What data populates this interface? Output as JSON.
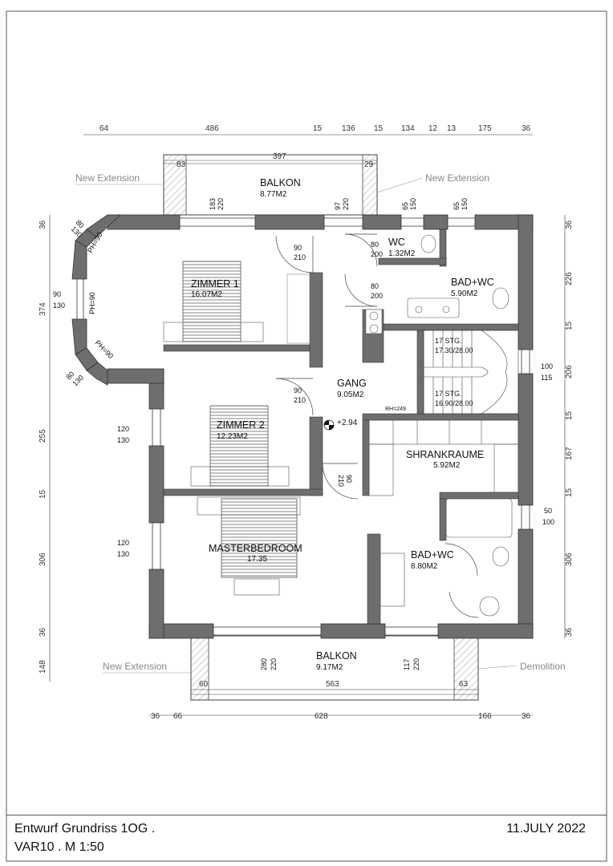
{
  "drawing": {
    "title": "Entwurf Grundriss 1OG .",
    "variant": "VAR10 . M 1:50",
    "date": "11.JULY 2022"
  },
  "rooms": {
    "balkon_top": {
      "name": "BALKON",
      "area": "8.77M2"
    },
    "wc": {
      "name": "WC",
      "area": "1.32M2"
    },
    "bad_top": {
      "name": "BAD+WC",
      "area": "5.90M2"
    },
    "zimmer1": {
      "name": "ZIMMER 1",
      "area": "16.07M2"
    },
    "gang": {
      "name": "GANG",
      "area": "9.05M2"
    },
    "zimmer2": {
      "name": "ZIMMER 2",
      "area": "12.23M2"
    },
    "shrank": {
      "name": "SHRANKRAUME",
      "area": "5.92M2"
    },
    "master": {
      "name": "MASTERBEDROOM",
      "area": "17.35"
    },
    "bad_bottom": {
      "name": "BAD+WC",
      "area": "8.80M2"
    },
    "balkon_bottom": {
      "name": "BALKON",
      "area": "9.17M2"
    }
  },
  "annotations": {
    "new_extension": "New Extension",
    "demolition": "Demolition",
    "stair_upper": "17 STG.",
    "stair_upper_dim": "17.30/28.00",
    "stair_lower": "17 STG.",
    "stair_lower_dim": "16.90/28.00",
    "level": "+2.94",
    "rh": "RH=249",
    "ph": "PH=90"
  },
  "dims_top": [
    "64",
    "486",
    "15",
    "136",
    "15",
    "134",
    "12",
    "13",
    "175",
    "36"
  ],
  "dims_top_balkon": [
    "83",
    "397",
    "29"
  ],
  "dims_bottom": [
    "36",
    "66",
    "628",
    "166",
    "36"
  ],
  "dims_bottom_balkon": [
    "60",
    "563",
    "63"
  ],
  "dims_left": [
    "36",
    "374",
    "255",
    "15",
    "306",
    "36",
    "148"
  ],
  "dims_right": [
    "36",
    "226",
    "15",
    "206",
    "15",
    "167",
    "15",
    "306",
    "36"
  ],
  "openings": {
    "w1": [
      "183",
      "220"
    ],
    "w2": [
      "97",
      "220"
    ],
    "w3": [
      "65",
      "150"
    ],
    "w4": [
      "65",
      "150"
    ],
    "d_z1": [
      "90",
      "210"
    ],
    "d_wc": [
      "80",
      "200"
    ],
    "d_bad": [
      "80",
      "200"
    ],
    "d_gang": [
      "90",
      "210"
    ],
    "d_master": [
      "90",
      "210"
    ],
    "bay_top": [
      "80",
      "130"
    ],
    "bay_mid": [
      "90",
      "130"
    ],
    "bay_bot": [
      "80",
      "130"
    ],
    "w_z2": [
      "120",
      "130"
    ],
    "w_master": [
      "120",
      "130"
    ],
    "w_stair": [
      "100",
      "115"
    ],
    "w_bad": [
      "50",
      "100"
    ],
    "w_b1": [
      "280",
      "220"
    ],
    "w_b2": [
      "117",
      "220"
    ]
  },
  "colors": {
    "wall": "#6e6e6e",
    "line": "#222222",
    "hatch": "#8a8a8a",
    "note": "#888888"
  }
}
